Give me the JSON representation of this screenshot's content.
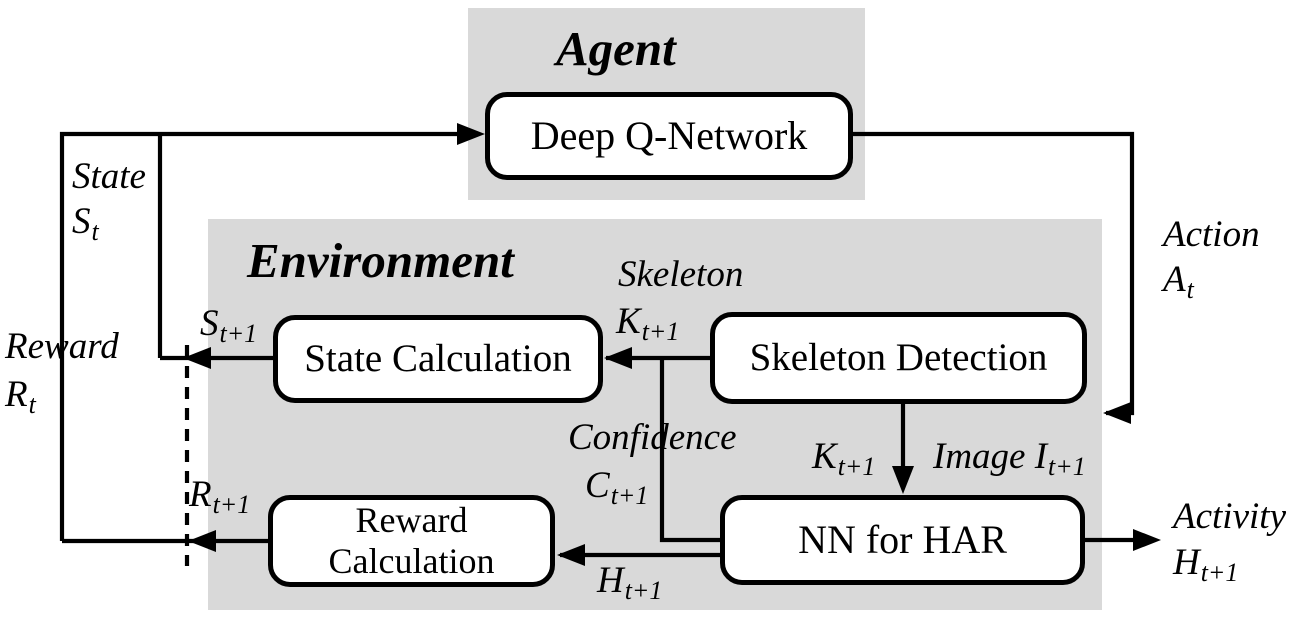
{
  "figure": {
    "agent": {
      "title": "Agent",
      "dqn_box": "Deep Q-Network"
    },
    "environment": {
      "title": "Environment",
      "state_calculation_box": "State Calculation",
      "skeleton_detection_box": "Skeleton Detection",
      "reward_calculation_line1": "Reward",
      "reward_calculation_line2": "Calculation",
      "nn_har_box": "NN for HAR"
    },
    "labels": {
      "state": {
        "word": "State",
        "symbol": "S",
        "sub": "t"
      },
      "reward": {
        "word": "Reward",
        "symbol": "R",
        "sub": "t"
      },
      "action": {
        "word": "Action",
        "symbol": "A",
        "sub": "t"
      },
      "activity": {
        "word": "Activity",
        "symbol": "H",
        "sub": "t+1"
      },
      "skeleton": {
        "word": "Skeleton",
        "symbol": "K",
        "sub": "t+1"
      },
      "confidence": {
        "word": "Confidence",
        "symbol": "C",
        "sub": "t+1"
      },
      "next_state": {
        "symbol": "S",
        "sub": "t+1"
      },
      "next_reward": {
        "symbol": "R",
        "sub": "t+1"
      },
      "har_result": {
        "symbol": "H",
        "sub": "t+1"
      },
      "skeleton_to_nn": {
        "symbol": "K",
        "sub": "t+1"
      },
      "image_input": {
        "word": "Image",
        "symbol": "I",
        "sub": "t+1"
      }
    },
    "colors": {
      "panel_gray": "#d9d9d9",
      "line_black": "#000000",
      "node_fill": "#ffffff"
    }
  }
}
